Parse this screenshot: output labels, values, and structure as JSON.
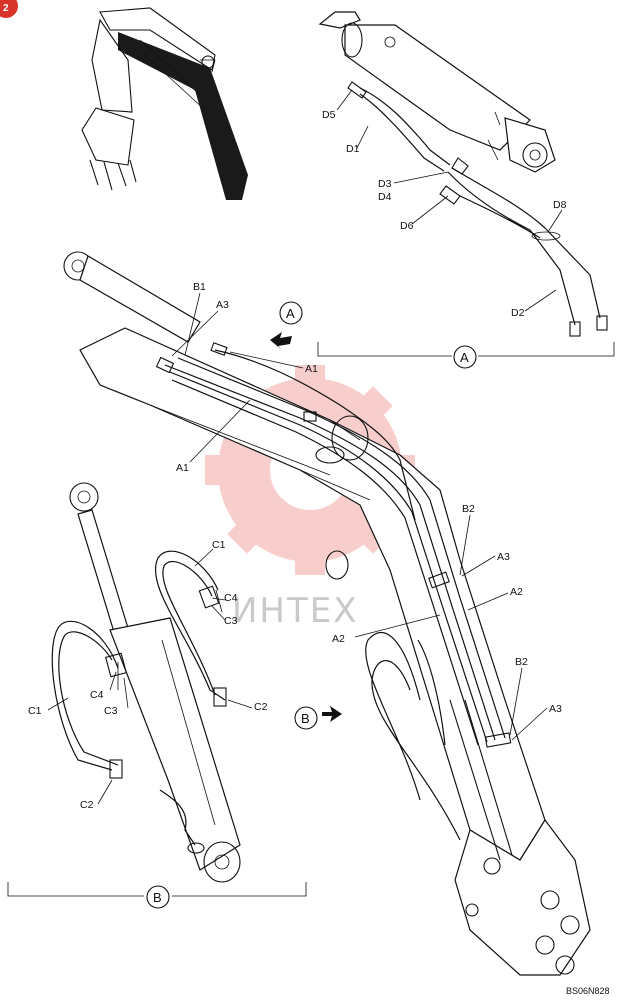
{
  "badge": "2",
  "watermark": "ИНТЕХ",
  "watermark_color": "#e8534a",
  "drawing_code": "BS06N828",
  "views": {
    "A": {
      "id": "A",
      "arrow_label": "A",
      "section_label": "A"
    },
    "B": {
      "id": "B",
      "arrow_label": "B",
      "section_label": "B"
    }
  },
  "labels": {
    "D5": "D5",
    "D1": "D1",
    "D3": "D3",
    "D4": "D4",
    "D6": "D6",
    "D8": "D8",
    "D2": "D2",
    "B1": "B1",
    "A3_top": "A3",
    "A1_upper": "A1",
    "A1_lower": "A1",
    "B2_mid": "B2",
    "A3_mid": "A3",
    "A2_right": "A2",
    "A2_left": "A2",
    "B2_low": "B2",
    "A3_low": "A3",
    "C1_top": "C1",
    "C4_right": "C4",
    "C3_right": "C3",
    "C1_left": "C1",
    "C4_left": "C4",
    "C3_left": "C3",
    "C2_right": "C2",
    "C2_left": "C2"
  }
}
